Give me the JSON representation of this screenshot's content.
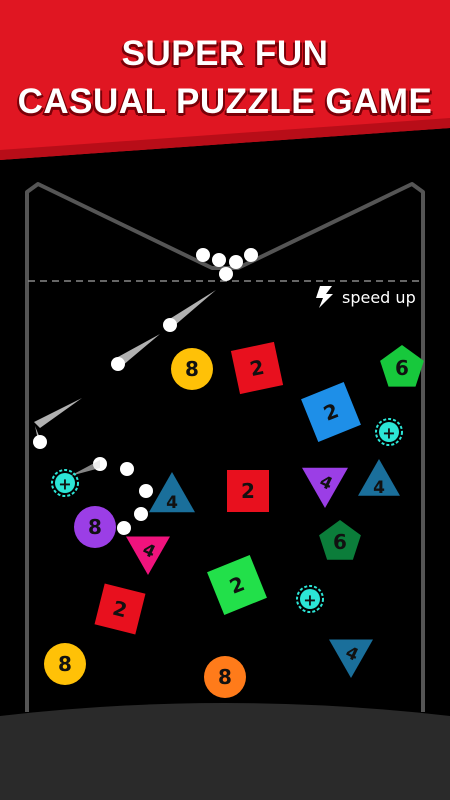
{
  "banner": {
    "line1": "SUPER FUN",
    "line2": "CASUAL PUZZLE GAME",
    "color": "#e01622",
    "shadow": "#7a0008"
  },
  "speed_up": {
    "label": "speed up",
    "icon": "lightning-bolt-icon"
  },
  "colors": {
    "yellow": "#ffc107",
    "red": "#e8101e",
    "blue": "#1e8fe8",
    "green": "#17c83c",
    "bright_green": "#22e04a",
    "purple": "#9b3ee6",
    "dark_blue": "#1a6f9b",
    "magenta": "#f0137d",
    "dark_green": "#0b7d3a",
    "orange": "#ff7b1a",
    "cyan": "#2ce5d6"
  },
  "blocks": [
    {
      "name": "circle-block",
      "shape": "circle",
      "value": "8",
      "color": "#ffc107"
    },
    {
      "name": "square-block",
      "shape": "square",
      "value": "2",
      "color": "#e8101e"
    },
    {
      "name": "pentagon-block",
      "shape": "pentagon",
      "value": "6",
      "color": "#17c83c"
    },
    {
      "name": "square-block",
      "shape": "square",
      "value": "2",
      "color": "#1e8fe8"
    },
    {
      "name": "triangle-block",
      "shape": "triangle-up",
      "value": "4",
      "color": "#1a6f9b"
    },
    {
      "name": "square-block",
      "shape": "square",
      "value": "2",
      "color": "#e8101e"
    },
    {
      "name": "triangle-block",
      "shape": "triangle-down",
      "value": "4",
      "color": "#9b3ee6"
    },
    {
      "name": "triangle-block",
      "shape": "triangle-up",
      "value": "4",
      "color": "#1a6f9b"
    },
    {
      "name": "circle-block",
      "shape": "circle",
      "value": "8",
      "color": "#9b3ee6"
    },
    {
      "name": "triangle-block",
      "shape": "triangle-down",
      "value": "4",
      "color": "#f0137d"
    },
    {
      "name": "pentagon-block",
      "shape": "pentagon",
      "value": "6",
      "color": "#0b7d3a"
    },
    {
      "name": "square-block",
      "shape": "square",
      "value": "2",
      "color": "#22e04a"
    },
    {
      "name": "square-block",
      "shape": "square",
      "value": "2",
      "color": "#e8101e"
    },
    {
      "name": "circle-block",
      "shape": "circle",
      "value": "8",
      "color": "#ffc107"
    },
    {
      "name": "circle-block",
      "shape": "circle",
      "value": "8",
      "color": "#ff7b1a"
    },
    {
      "name": "triangle-block",
      "shape": "triangle-down",
      "value": "4",
      "color": "#1a6f9b"
    }
  ],
  "bonus_balls": [
    {
      "name": "add-ball-powerup",
      "symbol": "+"
    },
    {
      "name": "add-ball-powerup",
      "symbol": "+"
    },
    {
      "name": "add-ball-powerup",
      "symbol": "+"
    }
  ]
}
